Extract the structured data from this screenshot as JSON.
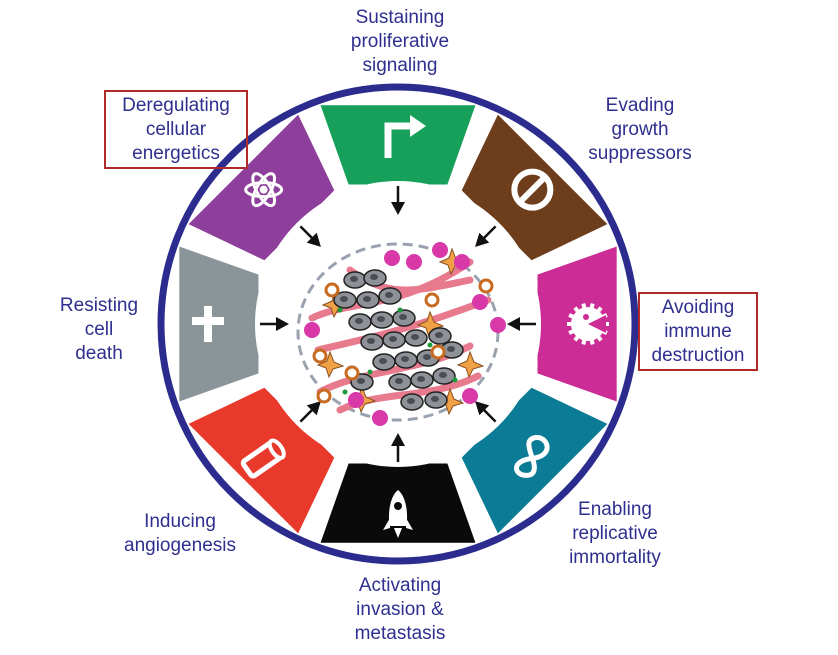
{
  "diagram": {
    "hallmarks": [
      {
        "id": "sustaining",
        "lines": [
          "Sustaining",
          "proliferative",
          "signaling"
        ],
        "color": "#16a05a",
        "icon": "arrow-icon",
        "highlighted": false
      },
      {
        "id": "evading",
        "lines": [
          "Evading",
          "growth",
          "suppressors"
        ],
        "color": "#6e3d1c",
        "icon": "no-entry-icon",
        "highlighted": false
      },
      {
        "id": "immune",
        "lines": [
          "Avoiding",
          "immune",
          "destruction"
        ],
        "color": "#cc2c95",
        "icon": "pacman-gear-icon",
        "highlighted": true
      },
      {
        "id": "immortality",
        "lines": [
          "Enabling",
          "replicative",
          "immortality"
        ],
        "color": "#0c7c96",
        "icon": "infinity-icon",
        "highlighted": false
      },
      {
        "id": "invasion",
        "lines": [
          "Activating",
          "invasion &",
          "metastasis"
        ],
        "color": "#0a0a0a",
        "icon": "rocket-icon",
        "highlighted": false
      },
      {
        "id": "angiogenesis",
        "lines": [
          "Inducing",
          "angiogenesis"
        ],
        "color": "#e8392b",
        "icon": "vessel-icon",
        "highlighted": false
      },
      {
        "id": "death",
        "lines": [
          "Resisting",
          "cell",
          "death"
        ],
        "color": "#8a959a",
        "icon": "cross-icon",
        "highlighted": false
      },
      {
        "id": "energetics",
        "lines": [
          "Deregulating",
          "cellular",
          "energetics"
        ],
        "color": "#8e3f9b",
        "icon": "atom-icon",
        "highlighted": true
      }
    ],
    "colors": {
      "ring": "#2b2c8e",
      "label": "#2f2f8f",
      "highlight_box": "#b02a2a",
      "arrow": "#111111"
    }
  }
}
